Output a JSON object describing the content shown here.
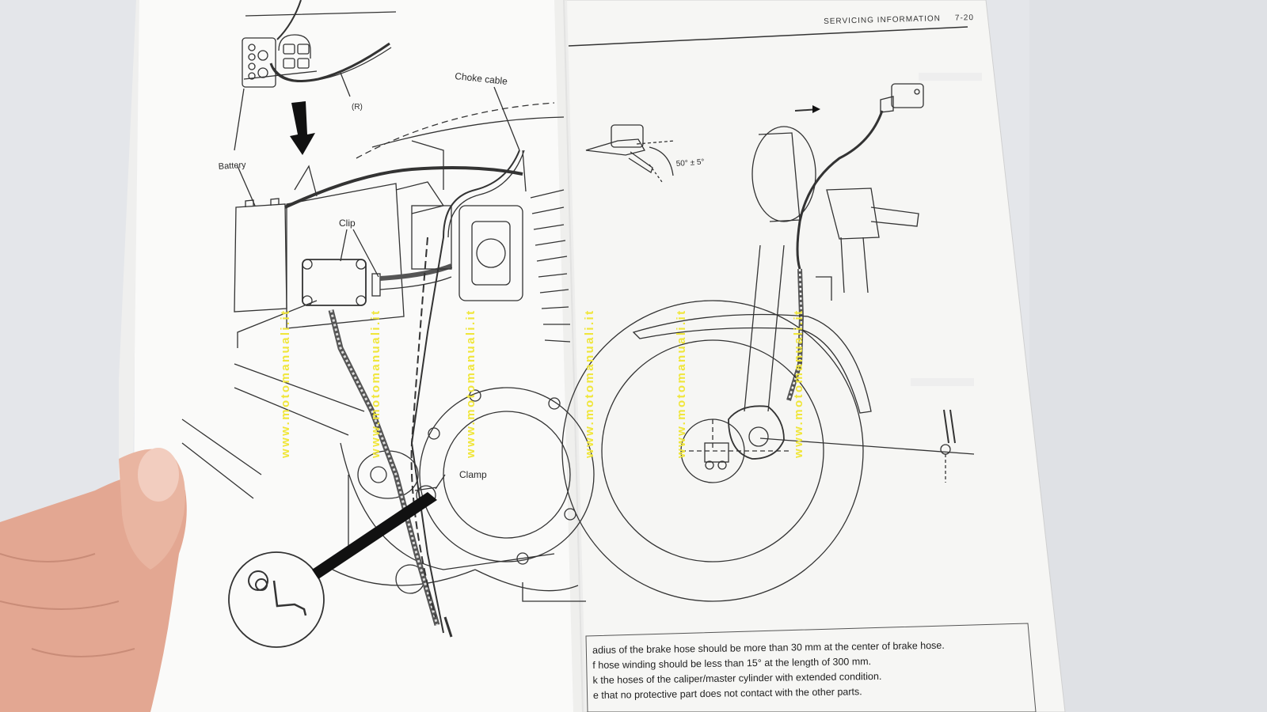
{
  "header": {
    "section": "SERVICING INFORMATION",
    "page": "7-20"
  },
  "left_diagram": {
    "labels": {
      "choke_cable": "Choke cable",
      "battery": "Battery",
      "clip": "Clip",
      "clamp": "Clamp",
      "right_marker": "(R)"
    }
  },
  "right_diagram": {
    "angle_label": "50° ± 5°"
  },
  "watermark": {
    "text": "www.motomanuali.it"
  },
  "notes": [
    "adius of the brake hose should be more than 30 mm at the center of brake hose.",
    "f hose winding should be less than 15° at the length of 300 mm.",
    "k the hoses of the caliper/master cylinder with extended condition.",
    "e that no protective part does not contact with the other parts."
  ],
  "colors": {
    "watermark": "#f0e63a",
    "paper": "#fbfbfb",
    "background": "#e4e6ea",
    "skin": "#e3a792"
  }
}
